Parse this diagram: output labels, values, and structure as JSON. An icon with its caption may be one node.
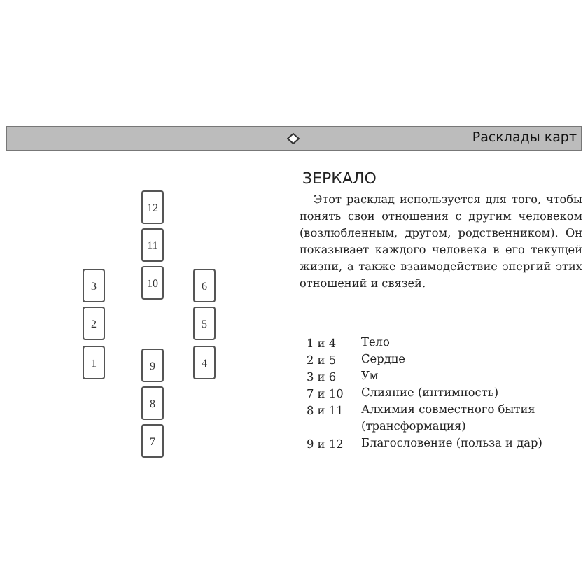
{
  "diagram": {
    "title": "ЗЕРКАЛО",
    "nodes": [
      {
        "text": [
          "12"
        ]
      },
      {
        "text": [
          "11"
        ]
      },
      {
        "text": [
          "3"
        ]
      },
      {
        "text": [
          "10"
        ]
      },
      {
        "text": [
          "6"
        ]
      },
      {
        "text": [
          "2"
        ]
      },
      {
        "text": [
          "5"
        ]
      },
      {
        "text": [
          "1"
        ]
      },
      {
        "text": [
          "9"
        ]
      },
      {
        "text": [
          "4"
        ]
      },
      {
        "text": [
          "8"
        ]
      },
      {
        "text": [
          "7"
        ]
      }
    ],
    "edges": [],
    "labels": [
      "Расклады карт",
      "Этот расклад используется для того, чтобы понять свои отношения с другим человеком (возлюбленным, другом, родственником). Он показывает каждого человека в его текущей жизни, а также взаимодействие энергий этих отношений и связей.",
      "1 и 4",
      "Тело",
      "2 и 5",
      "Сердце",
      "3 и 6",
      "Ум",
      "7 и 10",
      "Слияние (интимность)",
      "8 и 11",
      "Алхимия совместного бытия (трансформация)",
      "9 и 12",
      "Благословение (польза и дар)"
    ]
  }
}
